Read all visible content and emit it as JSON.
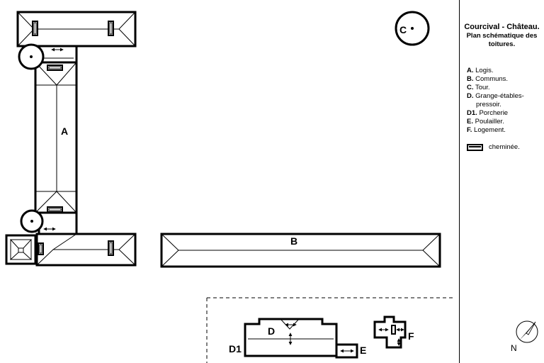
{
  "title": {
    "line1": "Courcival - Château.",
    "line2": "Plan schématique des",
    "line3": "toitures."
  },
  "legend": [
    {
      "code": "A.",
      "text": "Logis."
    },
    {
      "code": "B.",
      "text": "Communs."
    },
    {
      "code": "C.",
      "text": "Tour."
    },
    {
      "code": "D.",
      "text": "Grange-étables-"
    },
    {
      "code": "",
      "text": "pressoir."
    },
    {
      "code": "D1.",
      "text": "Porcherie"
    },
    {
      "code": "E.",
      "text": "Poulailler."
    },
    {
      "code": "F.",
      "text": "Logement."
    }
  ],
  "chimney_legend": "cheminée.",
  "labels": {
    "A": "A",
    "B": "B",
    "C": "C",
    "D": "D",
    "D1": "D1",
    "E": "E",
    "F": "F",
    "north": "N"
  }
}
